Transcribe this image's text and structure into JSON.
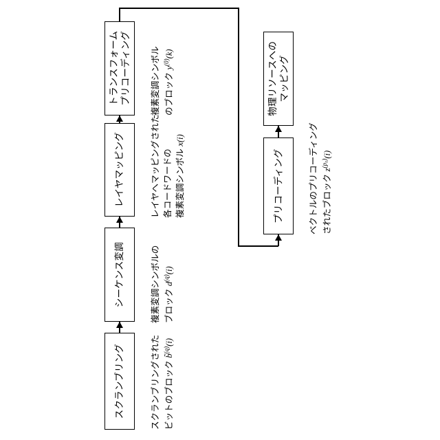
{
  "diagram": {
    "title_text": "",
    "orientation": "vertical-rotated",
    "line_color": "#000000",
    "box_fill": "#ffffff",
    "blocks": [
      {
        "id": "scrambling",
        "label_line1": "スクランブリング",
        "label_line2": ""
      },
      {
        "id": "sequence-modulation",
        "label_line1": "シーケンス変調",
        "label_line2": ""
      },
      {
        "id": "layer-mapping",
        "label_line1": "レイヤマッピング",
        "label_line2": ""
      },
      {
        "id": "transform-precoding",
        "label_line1": "トランスフォーム",
        "label_line2": "プリコーディング"
      },
      {
        "id": "precoding",
        "label_line1": "プリコーディング",
        "label_line2": ""
      },
      {
        "id": "physical-resource-mapping",
        "label_line1": "物理リソースへの",
        "label_line2": "マッピング"
      }
    ],
    "signals": [
      {
        "id": "scrambled-bits",
        "line1": "スクランブリングされた",
        "line2_prefix": "ビットのブロック ",
        "symbol": "b",
        "tilde": true,
        "superscript": "(q)",
        "argument": "(i)"
      },
      {
        "id": "modulation-symbols",
        "line1": "複素変調シンボルの",
        "line2_prefix": "ブロック ",
        "symbol": "d",
        "tilde": false,
        "superscript": "(q)",
        "argument": "(i)"
      },
      {
        "id": "layer-mapped-symbols",
        "line1": "レイヤへマッピングされた",
        "line2": "各コードワードの",
        "line3_prefix": "複素変調シンボル ",
        "symbol": "x",
        "tilde": false,
        "superscript": "",
        "argument": "(i)"
      },
      {
        "id": "transform-precoded-symbols",
        "line1": "複素変調シンボル",
        "line2_prefix": "のブロック ",
        "symbol": "y",
        "tilde": false,
        "superscript": "(0)",
        "argument": "(k)"
      },
      {
        "id": "precoded-vector-block",
        "line1": "ベクトルのプリコーディング",
        "line2_prefix": "されたブロック ",
        "symbol": "z",
        "tilde": false,
        "superscript": "(p₀)",
        "argument": "(i)"
      }
    ]
  }
}
